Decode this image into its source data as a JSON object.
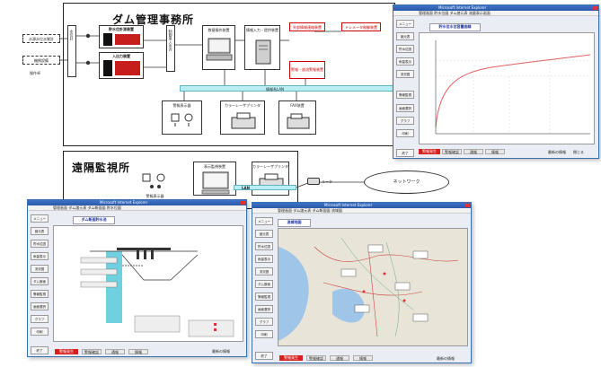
{
  "upper_office": {
    "title": "ダム管理事務所",
    "left_inputs": [
      "水源水位水質計",
      "機側設備",
      "操作卓"
    ],
    "gauge_label": "水位計",
    "panels": {
      "top": "貯水位計測装置",
      "bottom": "入出力装置"
    },
    "middle_box": "制御用入出力",
    "pc_label": "数値操作装置",
    "server_label": "情報入力・提供装置",
    "right_boxes": [
      "外部情報連絡装置",
      "テレメータ制御装置",
      "警報・放流警報装置"
    ],
    "lan_label": "情報系LAN",
    "bottom_devices": [
      "警報表示器",
      "カラーレーザプリンタ",
      "FAX装置"
    ]
  },
  "lower_office": {
    "title": "遠隔監視所",
    "lamp_label": "警報表示器",
    "pc_label": "表示監視装置",
    "printer_label": "カラーレーザプリンタ",
    "lan_label": "LAN",
    "router_label": "ルータ",
    "network_label": "ネットワーク"
  },
  "window_chart": {
    "title_bar": "Microsoft Internet Explorer",
    "menu": "管理画面  貯水位図  ダム諸元表  流量表示画面",
    "heading": "貯水位水位容量曲線",
    "sidebar": [
      "メニュー",
      "諸元表",
      "貯水位図",
      "雨量表示",
      "流況図",
      "警報監視",
      "画面選択",
      "グラフ",
      "印刷",
      "終了"
    ],
    "status": [
      "警報発生",
      "警報確認",
      "通報",
      "情報"
    ],
    "footer_labels": [
      "最新の情報",
      "閉じる"
    ]
  },
  "window_dam": {
    "title_bar": "Microsoft Internet Explorer",
    "menu": "管理画面  ダム諸元表  ダム断面図  貯水位図",
    "heading": "ダム断面貯水池",
    "sidebar": [
      "メニュー",
      "諸元表",
      "貯水位図",
      "雨量表示",
      "流況図",
      "ダム断面",
      "警報監視",
      "画面選択",
      "グラフ",
      "印刷",
      "終了"
    ],
    "status": [
      "警報発生",
      "警報確認",
      "通報",
      "情報"
    ],
    "footer_label": "最新の情報"
  },
  "window_map": {
    "title_bar": "Microsoft Internet Explorer",
    "menu": "管理画面  ダム諸元表  ダム断面図  流域図",
    "heading": "流域地図",
    "sidebar": [
      "メニュー",
      "諸元表",
      "貯水位図",
      "雨量表示",
      "流況図",
      "ダム断面",
      "警報監視",
      "画面選択",
      "グラフ",
      "印刷",
      "終了"
    ],
    "status": [
      "警報発生",
      "警報確認",
      "通報",
      "情報"
    ],
    "footer_label": "最新の情報"
  },
  "colors": {
    "cyan": "#b9eef5",
    "red": "#d71f1f",
    "titlebar": "#2a5aa8",
    "map_water": "#9fc5e8"
  }
}
